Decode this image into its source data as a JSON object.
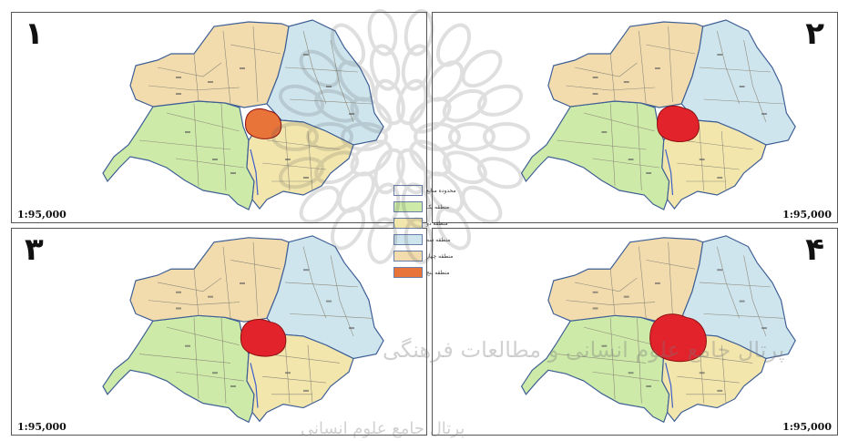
{
  "colors": {
    "zone_one": "#cdeaa8",
    "zone_two": "#f2dcae",
    "zone_three": "#cfe5ee",
    "zone_four": "#f3e6ad",
    "center_orange": "#e8743a",
    "center_red": "#e3232b",
    "boundary": "#3e5f95",
    "inner_line": "#8e8a7a",
    "water": "#3b5ec9"
  },
  "panels": [
    {
      "number": "۱",
      "scale": "1:95,000",
      "center": "orange",
      "center_size": 0.45
    },
    {
      "number": "۲",
      "scale": "1:95,000",
      "center": "red",
      "center_size": 0.58
    },
    {
      "number": "۳",
      "scale": "1:95,000",
      "center": "red",
      "center_size": 0.62
    },
    {
      "number": "۴",
      "scale": "1:95,000",
      "center": "red",
      "center_size": 0.85
    }
  ],
  "legend": [
    {
      "label": "محدوده منابع",
      "color": "#ffffff"
    },
    {
      "label": "منطقه یک",
      "color": "#cdeaa8"
    },
    {
      "label": "منطقه دو",
      "color": "#f3e6ad"
    },
    {
      "label": "منطقه سه",
      "color": "#cfe5ee"
    },
    {
      "label": "منطقه چهار",
      "color": "#f2dcae"
    },
    {
      "label": "منطقه پنج",
      "color": "#e8743a"
    }
  ],
  "watermark": {
    "line1": "پرتال جامع علوم انسانی و مطالعات فرهنگی",
    "line2": "پرتال جامع علوم انسانی"
  }
}
